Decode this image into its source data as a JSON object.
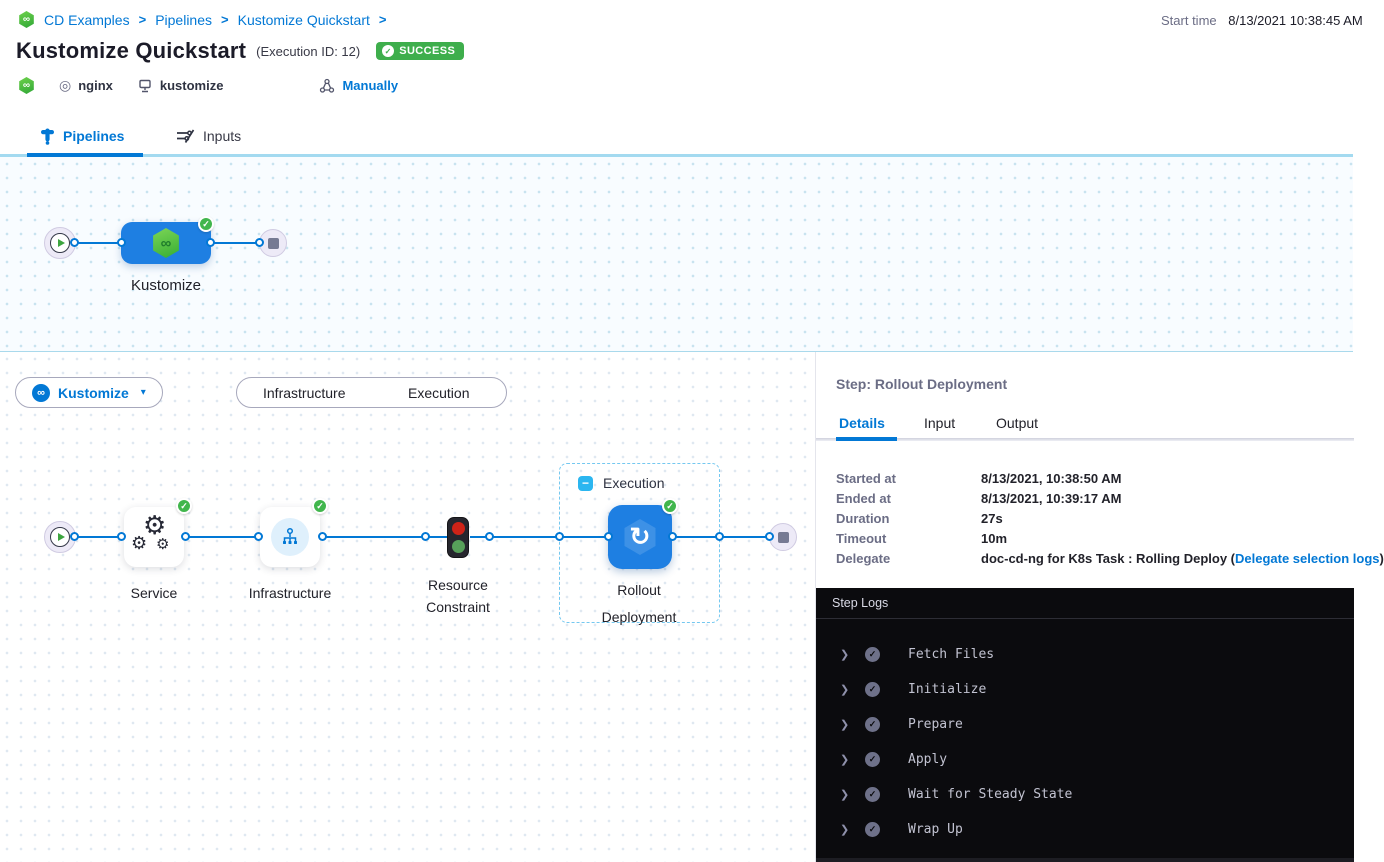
{
  "icons": {
    "check": "✓",
    "chevron_right": "❯",
    "caret_down": "▾",
    "infinity": "∞",
    "minus": "−",
    "gear": "⚙",
    "rollout": "↻",
    "target": "◎"
  },
  "breadcrumb": {
    "items": [
      "CD Examples",
      "Pipelines",
      "Kustomize Quickstart"
    ],
    "separator": ">"
  },
  "topbar": {
    "start_time_label": "Start time",
    "start_time_value": "8/13/2021 10:38:45 AM"
  },
  "header": {
    "title": "Kustomize Quickstart",
    "execution_id": "(Execution ID: 12)",
    "status_badge": "SUCCESS",
    "service_name": "nginx",
    "environment_name": "kustomize",
    "trigger_label": "Manually"
  },
  "tabs": {
    "pipelines": "Pipelines",
    "inputs": "Inputs"
  },
  "stage_graph": {
    "stage_label": "Kustomize"
  },
  "execution_toolbar": {
    "stage_selector_label": "Kustomize",
    "view_infrastructure": "Infrastructure",
    "view_execution": "Execution"
  },
  "execution_graph": {
    "group_label": "Execution",
    "service_label": "Service",
    "infrastructure_label": "Infrastructure",
    "resource_constraint_line1": "Resource",
    "resource_constraint_line2": "Constraint",
    "rollout_line1": "Rollout",
    "rollout_line2": "Deployment"
  },
  "step_panel": {
    "title": "Step: Rollout Deployment",
    "tab_details": "Details",
    "tab_input": "Input",
    "tab_output": "Output",
    "details": {
      "rows": [
        {
          "label": "Started at",
          "value": "8/13/2021, 10:38:50 AM"
        },
        {
          "label": "Ended at",
          "value": "8/13/2021, 10:39:17 AM"
        },
        {
          "label": "Duration",
          "value": "27s"
        },
        {
          "label": "Timeout",
          "value": "10m"
        }
      ],
      "delegate_label": "Delegate",
      "delegate_text": "doc-cd-ng for K8s Task : Rolling Deploy (",
      "delegate_link": "Delegate selection logs",
      "delegate_close": ")"
    }
  },
  "step_logs": {
    "title": "Step Logs",
    "entries": [
      "Fetch Files",
      "Initialize",
      "Prepare",
      "Apply",
      "Wait for Steady State",
      "Wrap Up"
    ]
  },
  "colors": {
    "primary_blue": "#0278d5",
    "node_blue": "#1e7fe2",
    "success_green": "#3eae4c",
    "harness_green": "#35ad33",
    "log_background": "#0b0b0e"
  }
}
